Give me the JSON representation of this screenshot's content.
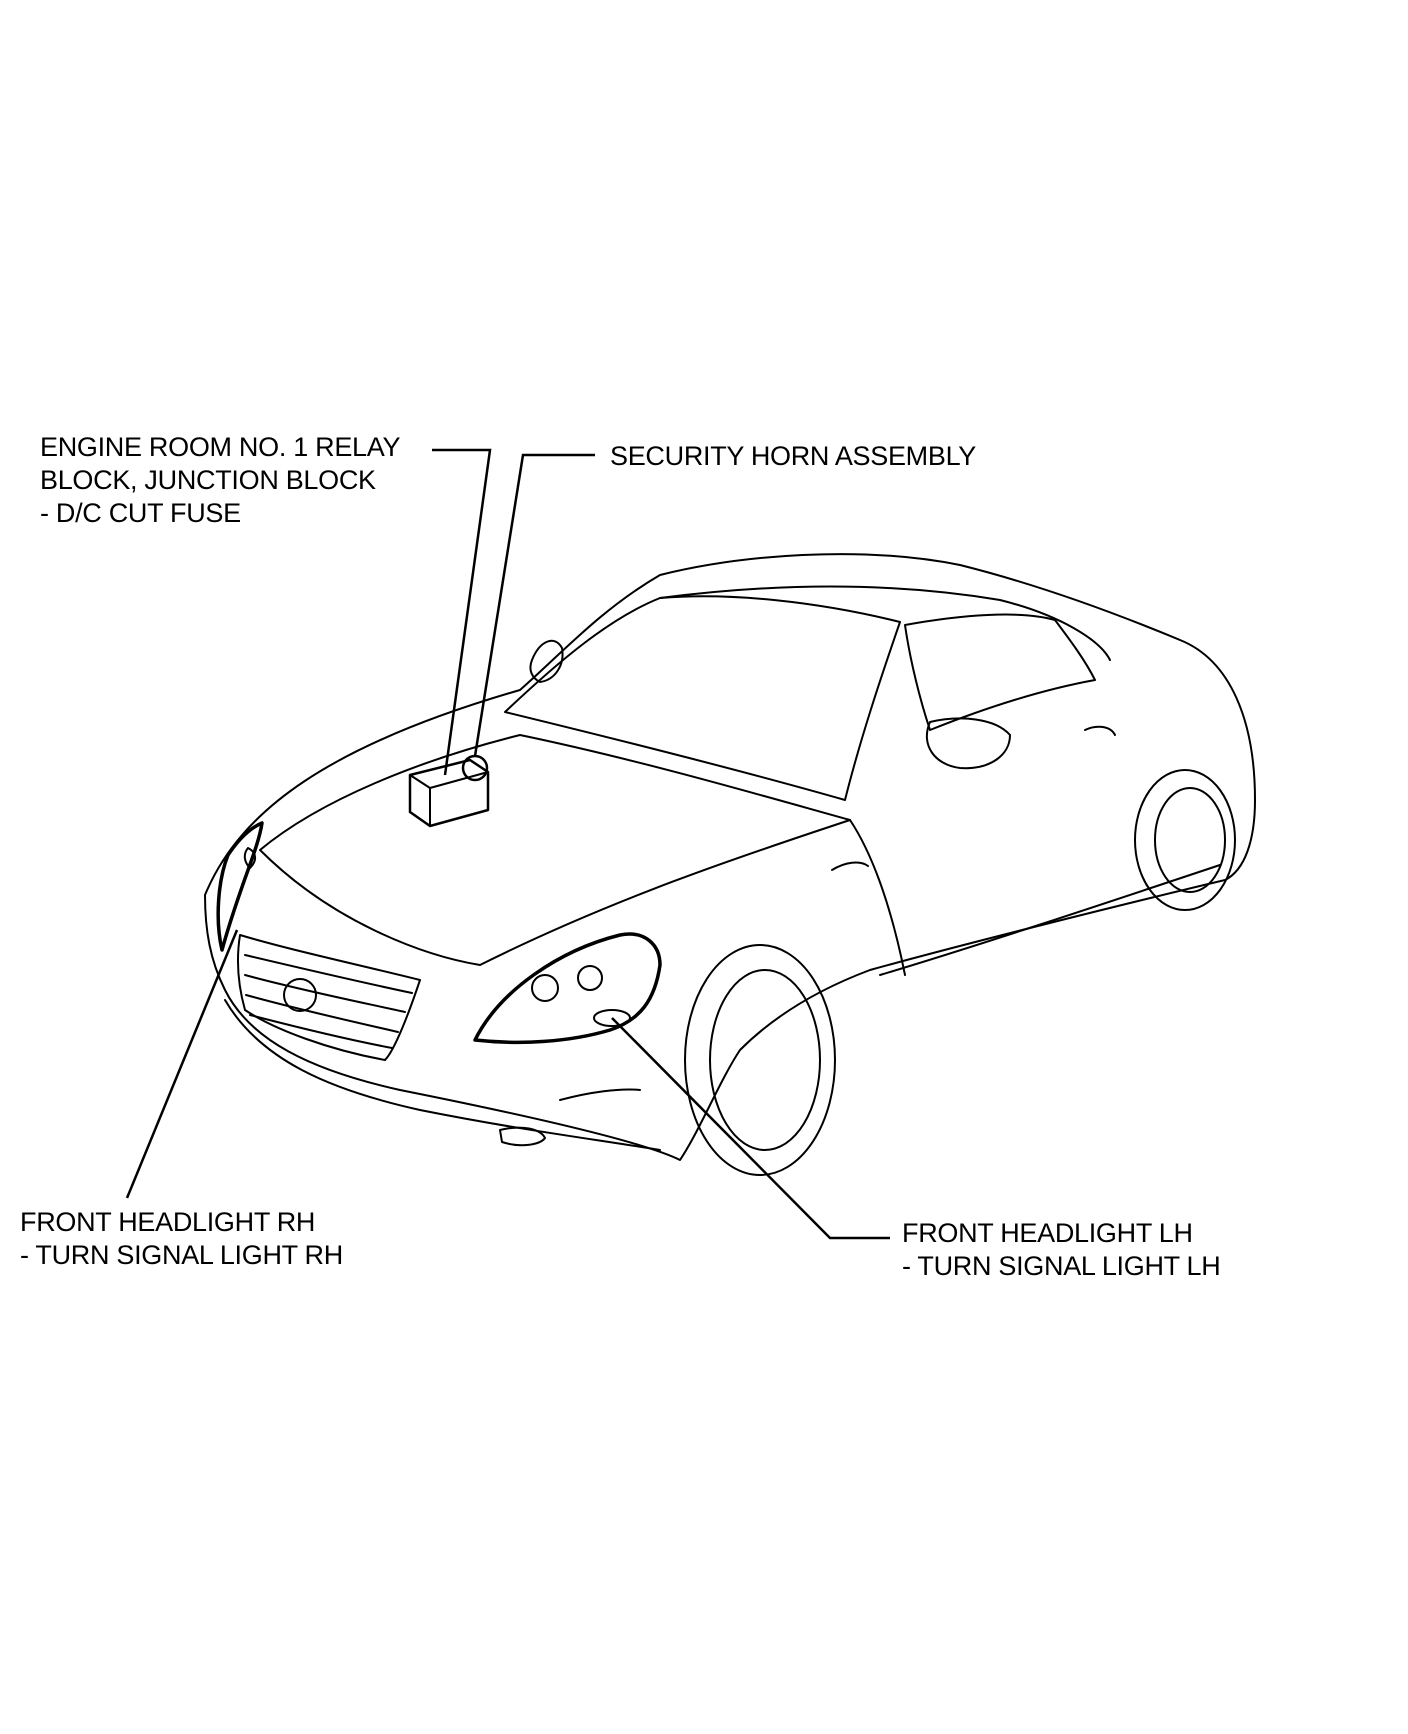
{
  "labels": {
    "engine_room": {
      "lines": [
        "ENGINE ROOM NO. 1 RELAY",
        "BLOCK, JUNCTION BLOCK",
        "- D/C CUT FUSE"
      ]
    },
    "security_horn": {
      "lines": [
        "SECURITY HORN ASSEMBLY"
      ]
    },
    "headlight_rh": {
      "lines": [
        "FRONT HEADLIGHT RH",
        "- TURN SIGNAL LIGHT RH"
      ]
    },
    "headlight_lh": {
      "lines": [
        "FRONT HEADLIGHT LH",
        "- TURN SIGNAL LIGHT LH"
      ]
    }
  },
  "colors": {
    "line": "#000000",
    "background": "#ffffff"
  }
}
